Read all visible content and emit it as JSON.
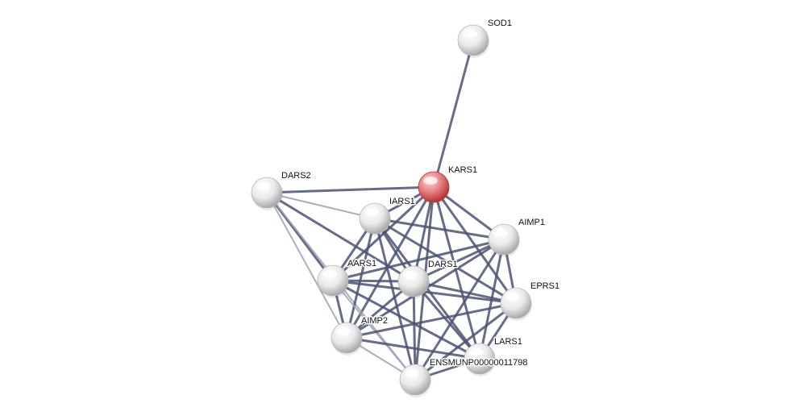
{
  "network": {
    "nodes": [
      {
        "id": "SOD1",
        "label": "SOD1",
        "highlight": false
      },
      {
        "id": "KARS1",
        "label": "KARS1",
        "highlight": true
      },
      {
        "id": "DARS2",
        "label": "DARS2",
        "highlight": false
      },
      {
        "id": "IARS1",
        "label": "IARS1",
        "highlight": false
      },
      {
        "id": "AIMP1",
        "label": "AIMP1",
        "highlight": false
      },
      {
        "id": "AARS1",
        "label": "AARS1",
        "highlight": false
      },
      {
        "id": "DARS1",
        "label": "DARS1",
        "highlight": false
      },
      {
        "id": "EPRS1",
        "label": "EPRS1",
        "highlight": false
      },
      {
        "id": "AIMP2",
        "label": "AIMP2",
        "highlight": false
      },
      {
        "id": "LARS1",
        "label": "LARS1",
        "highlight": false
      },
      {
        "id": "ENSMUNP00000011798",
        "label": "ENSMUNP00000011798",
        "highlight": false
      }
    ],
    "edges": [
      [
        "SOD1",
        "KARS1"
      ],
      [
        "KARS1",
        "DARS2"
      ],
      [
        "KARS1",
        "IARS1"
      ],
      [
        "KARS1",
        "AIMP1"
      ],
      [
        "KARS1",
        "AARS1"
      ],
      [
        "KARS1",
        "DARS1"
      ],
      [
        "KARS1",
        "EPRS1"
      ],
      [
        "KARS1",
        "AIMP2"
      ],
      [
        "KARS1",
        "LARS1"
      ],
      [
        "KARS1",
        "ENSMUNP00000011798"
      ],
      [
        "DARS2",
        "IARS1"
      ],
      [
        "DARS2",
        "AARS1"
      ],
      [
        "DARS2",
        "DARS1"
      ],
      [
        "DARS2",
        "AIMP2"
      ],
      [
        "DARS2",
        "ENSMUNP00000011798"
      ],
      [
        "IARS1",
        "AIMP1"
      ],
      [
        "IARS1",
        "AARS1"
      ],
      [
        "IARS1",
        "DARS1"
      ],
      [
        "IARS1",
        "EPRS1"
      ],
      [
        "IARS1",
        "AIMP2"
      ],
      [
        "IARS1",
        "LARS1"
      ],
      [
        "IARS1",
        "ENSMUNP00000011798"
      ],
      [
        "AIMP1",
        "AARS1"
      ],
      [
        "AIMP1",
        "DARS1"
      ],
      [
        "AIMP1",
        "EPRS1"
      ],
      [
        "AIMP1",
        "AIMP2"
      ],
      [
        "AIMP1",
        "LARS1"
      ],
      [
        "AIMP1",
        "ENSMUNP00000011798"
      ],
      [
        "AARS1",
        "DARS1"
      ],
      [
        "AARS1",
        "EPRS1"
      ],
      [
        "AARS1",
        "AIMP2"
      ],
      [
        "AARS1",
        "LARS1"
      ],
      [
        "AARS1",
        "ENSMUNP00000011798"
      ],
      [
        "DARS1",
        "EPRS1"
      ],
      [
        "DARS1",
        "AIMP2"
      ],
      [
        "DARS1",
        "LARS1"
      ],
      [
        "DARS1",
        "ENSMUNP00000011798"
      ],
      [
        "EPRS1",
        "AIMP2"
      ],
      [
        "EPRS1",
        "LARS1"
      ],
      [
        "EPRS1",
        "ENSMUNP00000011798"
      ],
      [
        "AIMP2",
        "LARS1"
      ],
      [
        "AIMP2",
        "ENSMUNP00000011798"
      ],
      [
        "LARS1",
        "ENSMUNP00000011798"
      ]
    ],
    "colors": {
      "edge": "#4b5473",
      "edge_light": "#9aa0b8",
      "node_fill": "#f2f2f2",
      "node_shade": "#b9b9b9",
      "highlight_fill": "#e98080",
      "highlight_shade": "#b83a3a"
    }
  }
}
